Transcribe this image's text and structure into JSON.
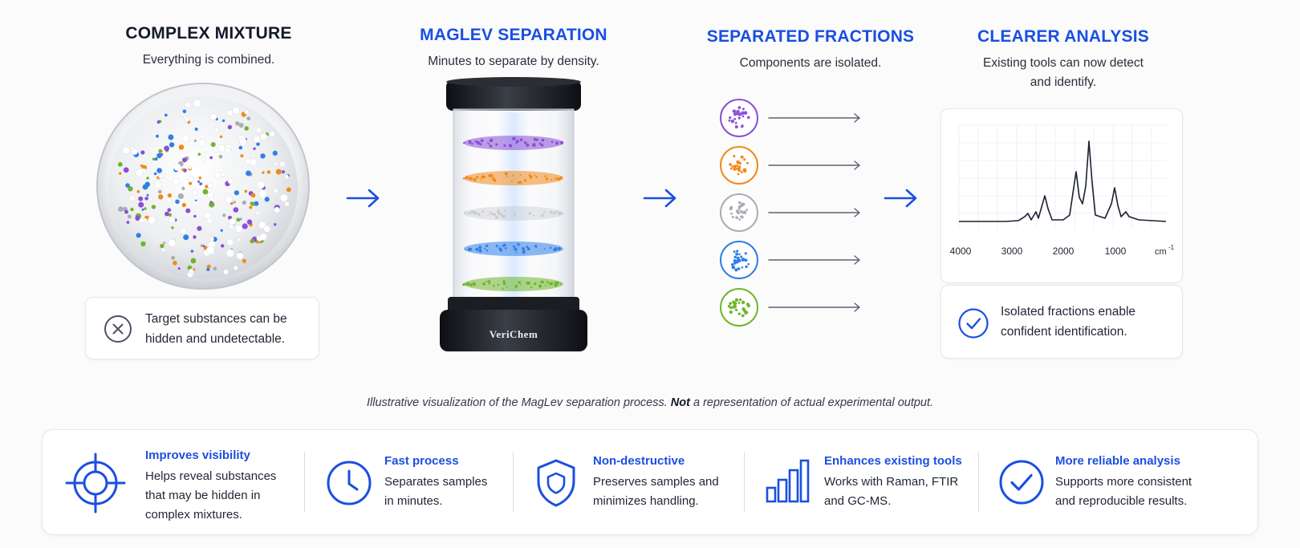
{
  "stages": [
    {
      "title": "COMPLEX MIXTURE",
      "subtitle": "Everything is combined."
    },
    {
      "title": "MAGLEV SEPARATION",
      "subtitle": "Minutes to separate by density."
    },
    {
      "title": "SEPARATED FRACTIONS",
      "subtitle": "Components are isolated."
    },
    {
      "title": "CLEARER ANALYSIS",
      "subtitle_lines": [
        "Existing tools can now detect",
        "and identify."
      ]
    }
  ],
  "mixture_note": {
    "lines": [
      "Target substances can be",
      "hidden and undetectable."
    ],
    "icon": "x-circle-icon"
  },
  "device": {
    "brand": "VeriChem"
  },
  "fractions": [
    {
      "color": "#8a4fd6",
      "name": "purple"
    },
    {
      "color": "#f08a1a",
      "name": "orange"
    },
    {
      "color": "#a9adb5",
      "name": "gray"
    },
    {
      "color": "#2f7fe8",
      "name": "blue"
    },
    {
      "color": "#6fb52c",
      "name": "green"
    }
  ],
  "spectrum": {
    "x_ticks": [
      "4000",
      "3000",
      "2000",
      "1000"
    ],
    "unit": "cm",
    "unit_exponent": "-1"
  },
  "analysis_note": {
    "lines": [
      "Isolated fractions enable",
      "confident identification."
    ],
    "icon": "check-circle-icon"
  },
  "caption": {
    "pre": "Illustrative visualization of the MagLev separation process. ",
    "bold": "Not",
    "post": " a representation of actual experimental output."
  },
  "features": [
    {
      "title": "Improves visibility",
      "lines": [
        "Helps reveal substances",
        "that may be hidden in",
        "complex mixtures."
      ],
      "icon": "target-icon"
    },
    {
      "title": "Fast process",
      "lines": [
        "Separates samples",
        "in minutes."
      ],
      "icon": "clock-icon"
    },
    {
      "title": "Non-destructive",
      "lines": [
        "Preserves samples and",
        "minimizes handling."
      ],
      "icon": "shield-icon"
    },
    {
      "title": "Enhances existing tools",
      "lines": [
        "Works with Raman, FTIR",
        "and GC-MS."
      ],
      "icon": "bar-chart-icon"
    },
    {
      "title": "More reliable analysis",
      "lines": [
        "Supports more consistent",
        "and reproducible results."
      ],
      "icon": "check-circle-icon"
    }
  ],
  "colors": {
    "accent": "#1a4fe0",
    "dark": "#141a2b"
  }
}
